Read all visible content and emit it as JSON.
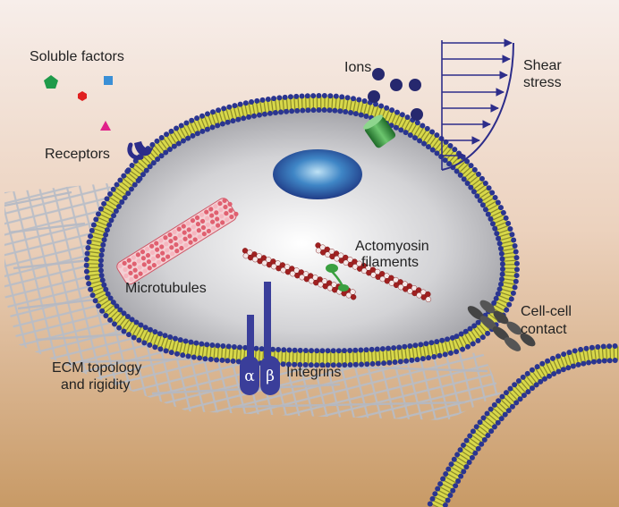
{
  "labels": {
    "soluble_factors": "Soluble factors",
    "ions": "Ions",
    "shear_line1": "Shear",
    "shear_line2": "stress",
    "receptors": "Receptors",
    "actomyosin_line1": "Actomyosin",
    "actomyosin_line2": "filaments",
    "microtubules": "Microtubules",
    "cell_contact_line1": "Cell-cell",
    "cell_contact_line2": "contact",
    "ecm_line1": "ECM topology",
    "ecm_line2": "and rigidity",
    "integrins": "Integrins",
    "alpha": "α",
    "beta": "β"
  },
  "colors": {
    "background_top": "#f6ece8",
    "background_bottom": "#cfa06f",
    "membrane_head": "#2a3590",
    "membrane_tail": "#d6d64a",
    "cytoplasm": "#c9c9cc",
    "nucleus": "#4a88c8",
    "ion": "#26286e",
    "shear_arrow": "#2d2d8a",
    "channel": "#2f8f3a",
    "ecm_fiber": "#bcc2cc",
    "microtubule": "#e06070",
    "actin": "#a02020",
    "myosin": "#3aa040",
    "factor_pentagon": "#1f9a4a",
    "factor_square": "#3a8fd6",
    "factor_hexagon": "#e02020",
    "factor_triangle": "#e0208a",
    "integrin": "#3a3e9a"
  }
}
